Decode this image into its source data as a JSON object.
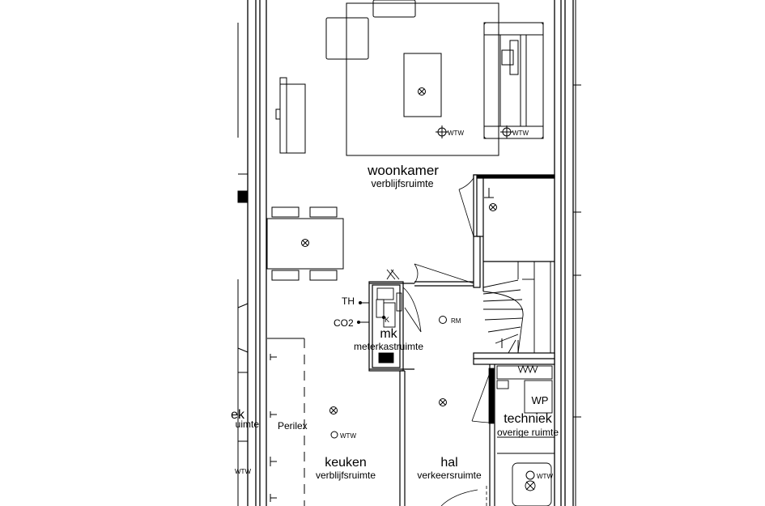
{
  "rooms": {
    "woonkamer": {
      "name": "woonkamer",
      "type": "verblijfsruimte"
    },
    "meterkast": {
      "name": "mk",
      "type": "meterkastruimte"
    },
    "techniek": {
      "name": "techniek",
      "type": "overige ruimte",
      "equipment": "WP"
    },
    "keuken": {
      "name": "keuken",
      "type": "verblijfsruimte"
    },
    "hal": {
      "name": "hal",
      "type": "verkeersruimte"
    },
    "left_cut": {
      "name": "ek",
      "type": "uimte"
    }
  },
  "fixtures": {
    "wtw_label": "WTW",
    "rm_label": "RM",
    "th_label": "TH",
    "co2_label": "CO2",
    "k_label": "K",
    "perilex_label": "Perilex"
  },
  "colors": {
    "line": "#000000",
    "grey": "#777777",
    "background": "#ffffff"
  }
}
